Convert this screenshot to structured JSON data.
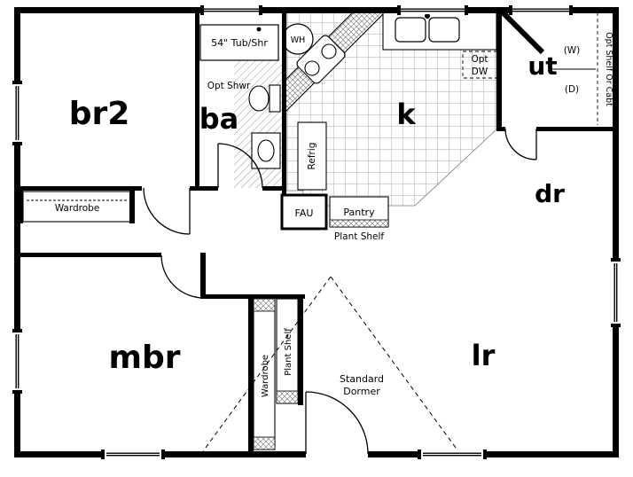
{
  "plan": {
    "rooms": {
      "br2": "br2",
      "ba": "ba",
      "k": "k",
      "ut": "ut",
      "dr": "dr",
      "mbr": "mbr",
      "lr": "lr"
    },
    "fixtures": {
      "tub": "54\" Tub/Shr",
      "opt_shwr": "Opt Shwr",
      "water_heater": "WH",
      "opt": "Opt",
      "dw": "DW",
      "washer": "(W)",
      "dryer": "(D)",
      "opt_shelf": "Opt Shelf Or Cabt",
      "wardrobe_br2": "Wardrobe",
      "fau": "FAU",
      "pantry": "Pantry",
      "plant_shelf_pantry": "Plant Shelf",
      "refrig": "Refrig",
      "wardrobe_mbr": "Wardrobe",
      "plant_shelf_entry": "Plant Shelf",
      "dormer_line1": "Standard",
      "dormer_line2": "Dormer"
    },
    "colors": {
      "wall": "#000000",
      "background": "#ffffff",
      "hatch": "#777777"
    }
  }
}
